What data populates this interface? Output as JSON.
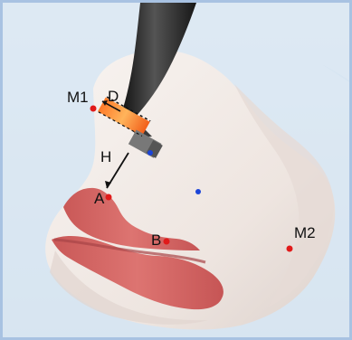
{
  "figure": {
    "labels": {
      "m1": "M1",
      "d": "D",
      "h": "H",
      "a": "A",
      "b": "B",
      "m2": "M2"
    },
    "colors": {
      "background": "#c9dced",
      "face": "#f3ece8",
      "face_shadow": "#e2d7d2",
      "lip": "#d86a67",
      "lip_dark": "#b94d4c",
      "instrument": "#2a2a2a",
      "probe": "#7d7d7d",
      "light": "#ff9a46",
      "point_red": "#e11a1a",
      "point_blue": "#1b44d8"
    },
    "icons": [
      "probe-instrument",
      "measurement-arrow-icon",
      "point-marker-icon"
    ]
  }
}
